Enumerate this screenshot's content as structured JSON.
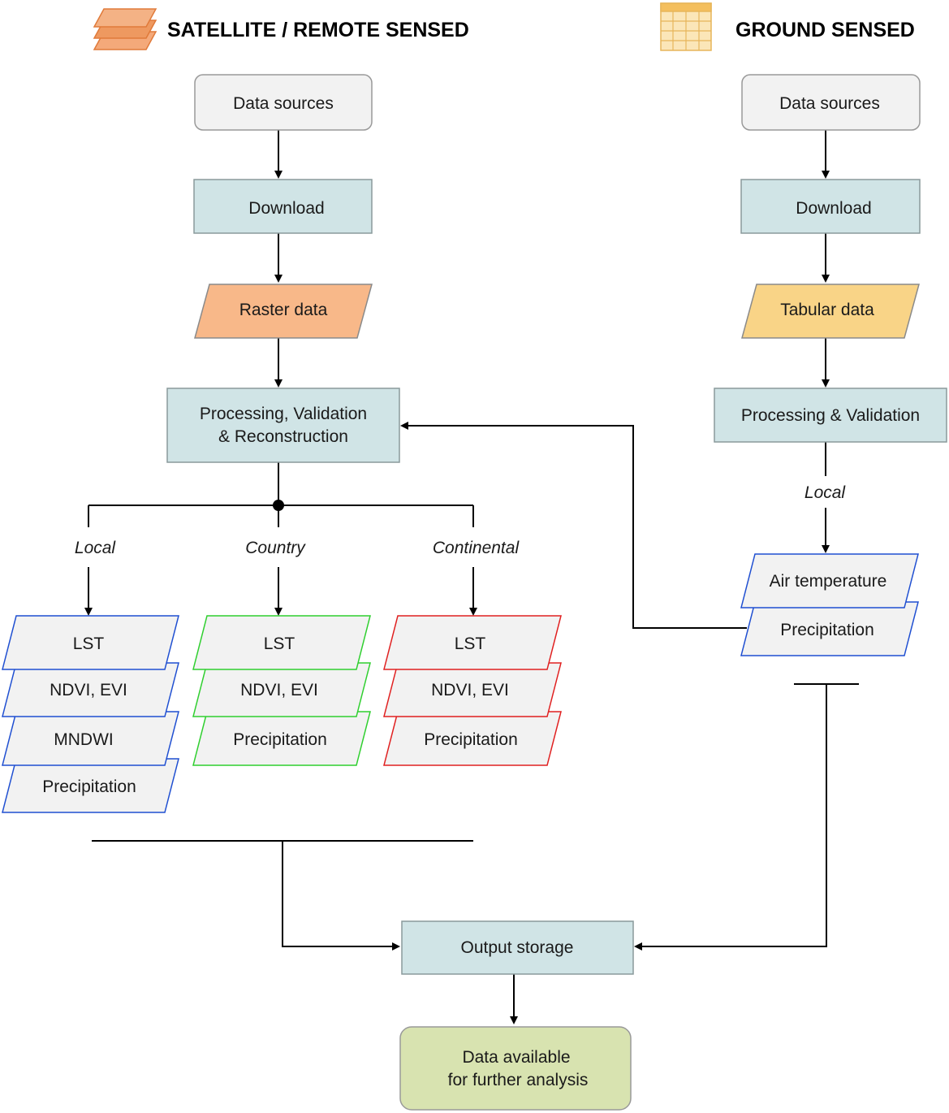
{
  "headers": {
    "satellite": "SATELLITE / REMOTE SENSED",
    "ground": "GROUND SENSED"
  },
  "satellite": {
    "data_sources": "Data sources",
    "download": "Download",
    "raster": "Raster data",
    "processing_line1": "Processing, Validation",
    "processing_line2": "&  Reconstruction",
    "scales": {
      "local": "Local",
      "country": "Country",
      "continental": "Continental"
    },
    "local_stack": [
      "LST",
      "NDVI, EVI",
      "MNDWI",
      "Precipitation"
    ],
    "country_stack": [
      "LST",
      "NDVI, EVI",
      "Precipitation"
    ],
    "continental_stack": [
      "LST",
      "NDVI, EVI",
      "Precipitation"
    ]
  },
  "ground": {
    "data_sources": "Data sources",
    "download": "Download",
    "tabular": "Tabular data",
    "processing": "Processing & Validation",
    "scale": "Local",
    "stack": [
      "Air temperature",
      "Precipitation"
    ]
  },
  "output": {
    "storage": "Output storage",
    "final_line1": "Data available",
    "final_line2": "for further analysis"
  },
  "colors": {
    "neutral_fill": "#f2f2f2",
    "process_fill": "#d0e4e6",
    "raster_fill": "#f8b889",
    "tabular_fill": "#f9d487",
    "final_fill": "#d8e3b0",
    "local_stroke": "#1f4fd1",
    "country_stroke": "#2fcf2f",
    "continental_stroke": "#e02020"
  }
}
